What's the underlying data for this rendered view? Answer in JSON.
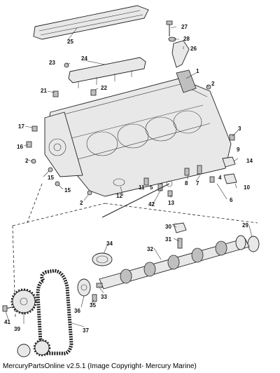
{
  "diagram": {
    "callouts": [
      "1",
      "2",
      "3",
      "4",
      "5",
      "6",
      "7",
      "8",
      "9",
      "10",
      "11",
      "12",
      "13",
      "14",
      "15",
      "16",
      "17",
      "21",
      "22",
      "23",
      "24",
      "25",
      "26",
      "27",
      "28",
      "29",
      "30",
      "31",
      "32",
      "33",
      "34",
      "35",
      "36",
      "37",
      "39",
      "41",
      "42"
    ]
  },
  "footer": {
    "text": "MercuryPartsOnline v2.5.1 (Image Copyright- Mercury Marine)"
  }
}
